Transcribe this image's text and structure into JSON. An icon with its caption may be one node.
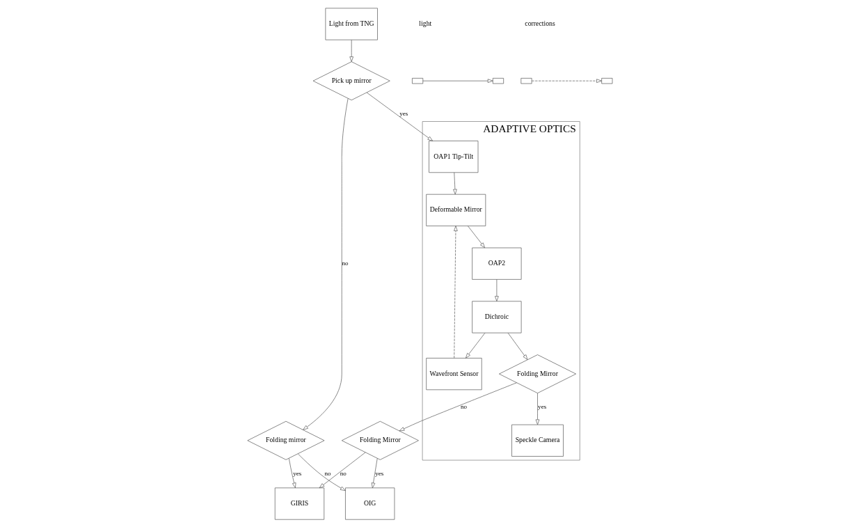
{
  "diagram": {
    "nodes": [
      {
        "text": [
          "Light from TNG"
        ]
      },
      {
        "text": [
          "ADAPTIVE OPTICS"
        ]
      },
      {
        "text": [
          "Pick up mirror"
        ]
      },
      {
        "text": [
          "OAP1 Tip-Tilt"
        ],
        "in": 1
      },
      {
        "text": [
          "Folding mirror"
        ]
      },
      {
        "text": [
          "GIRIS"
        ]
      },
      {
        "text": [
          "Speckle Camera"
        ],
        "in": 1
      },
      {
        "text": [
          "Wavefront Sensor"
        ],
        "in": 1
      },
      {
        "text": [
          "Deformable Mirror"
        ],
        "in": 1
      },
      {
        "text": [
          "OIG"
        ]
      },
      {
        "text": [
          "Folding Mirror"
        ]
      },
      {
        "text": [
          "Folding Mirror"
        ],
        "in": 1
      },
      {
        "text": [
          "Dichroic"
        ],
        "in": 1
      },
      {
        "text": [
          "OAP2"
        ],
        "in": 1
      }
    ],
    "edges": [
      {
        "from": 0,
        "to": 2,
        "arrow": "to"
      },
      {
        "from": 2,
        "to": 3,
        "arrow": "to",
        "label": "yes"
      },
      {
        "from": 2,
        "to": 4,
        "arrow": "to",
        "label": "no"
      },
      {
        "from": 4,
        "to": 5,
        "arrow": "to",
        "label": "yes"
      },
      {
        "from": 4,
        "to": 9,
        "arrow": "to",
        "label": "no"
      },
      {
        "from": 3,
        "to": 8,
        "arrow": "to"
      },
      {
        "from": 8,
        "to": 13,
        "arrow": "to"
      },
      {
        "from": 13,
        "to": 12,
        "arrow": "to"
      },
      {
        "from": 12,
        "to": 11,
        "arrow": "to"
      },
      {
        "from": 12,
        "to": 7,
        "arrow": "to"
      },
      {
        "from": 7,
        "to": 8,
        "arrow": "to",
        "style": "dashed"
      },
      {
        "from": 11,
        "to": 6,
        "arrow": "to",
        "label": "yes"
      },
      {
        "from": 11,
        "to": 10,
        "arrow": "to",
        "label": "no"
      },
      {
        "from": 10,
        "to": 5,
        "arrow": "to",
        "label": "no"
      },
      {
        "from": 10,
        "to": 9,
        "arrow": "to",
        "label": "yes"
      }
    ],
    "legend": [
      {
        "text": "light"
      },
      {
        "text": "corrections"
      }
    ]
  }
}
